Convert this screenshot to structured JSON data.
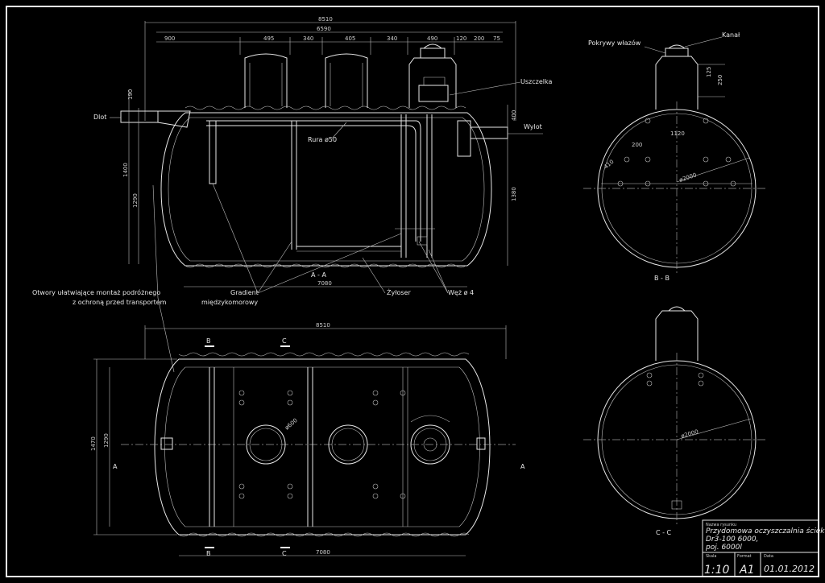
{
  "labels": {
    "pokrywa": "Pokrywy włazów",
    "kanal": "Kanał",
    "uszczelka": "Uszczelka",
    "dlot": "Dlot",
    "wylot": "Wylot",
    "rura": "Rura ø50",
    "otwory_trans_line1": "Otwory ułatwiające montaż podróżnego",
    "otwory_trans_line2": "z ochroną przed transportem",
    "gradient_line1": "Gradient",
    "gradient_line2": "międzykomorowy",
    "zylo": "Żyłoser",
    "weg": "Węż ø 4"
  },
  "section_marks": {
    "a": "A",
    "b": "B",
    "c": "C",
    "a_a": "A - A",
    "b_b": "B - B",
    "c_c": "C - C"
  },
  "dimensions": {
    "total_top": "8510",
    "inner_top": "6590",
    "seg_1": "900",
    "seg_2": "495",
    "seg_3": "340",
    "seg_4": "405",
    "seg_5": "340",
    "seg_6": "490",
    "seg_7": "120",
    "seg_8": "200",
    "seg_9": "75",
    "bottom_len": "7080",
    "height_left": "1400",
    "height_inner": "1290",
    "height_right": "1380",
    "side_190": "190",
    "side_400": "400",
    "bb_1120": "1120",
    "bb_200": "200",
    "bb_410": "410",
    "bb_2000": "ø2000",
    "bb_top_250": "250",
    "bb_top_125": "125",
    "plan_total": "8510",
    "plan_bottom": "7080",
    "plan_width": "1470",
    "plan_inner": "1290",
    "hole_dia": "ø600",
    "cc_dia": "ø2000",
    "small_200": "200"
  },
  "title_block": {
    "field_name_label": "Nazwa rysunku",
    "title_line1": "Przydomowa oczyszczalnia ścieków, typ",
    "title_line2": "Dr3-100 6000,",
    "title_line3": "poj. 6000l",
    "scale_label": "Skala",
    "scale": "1:10",
    "format_label": "Format",
    "format": "A1",
    "date_label": "Data",
    "date": "01.01.2012"
  }
}
